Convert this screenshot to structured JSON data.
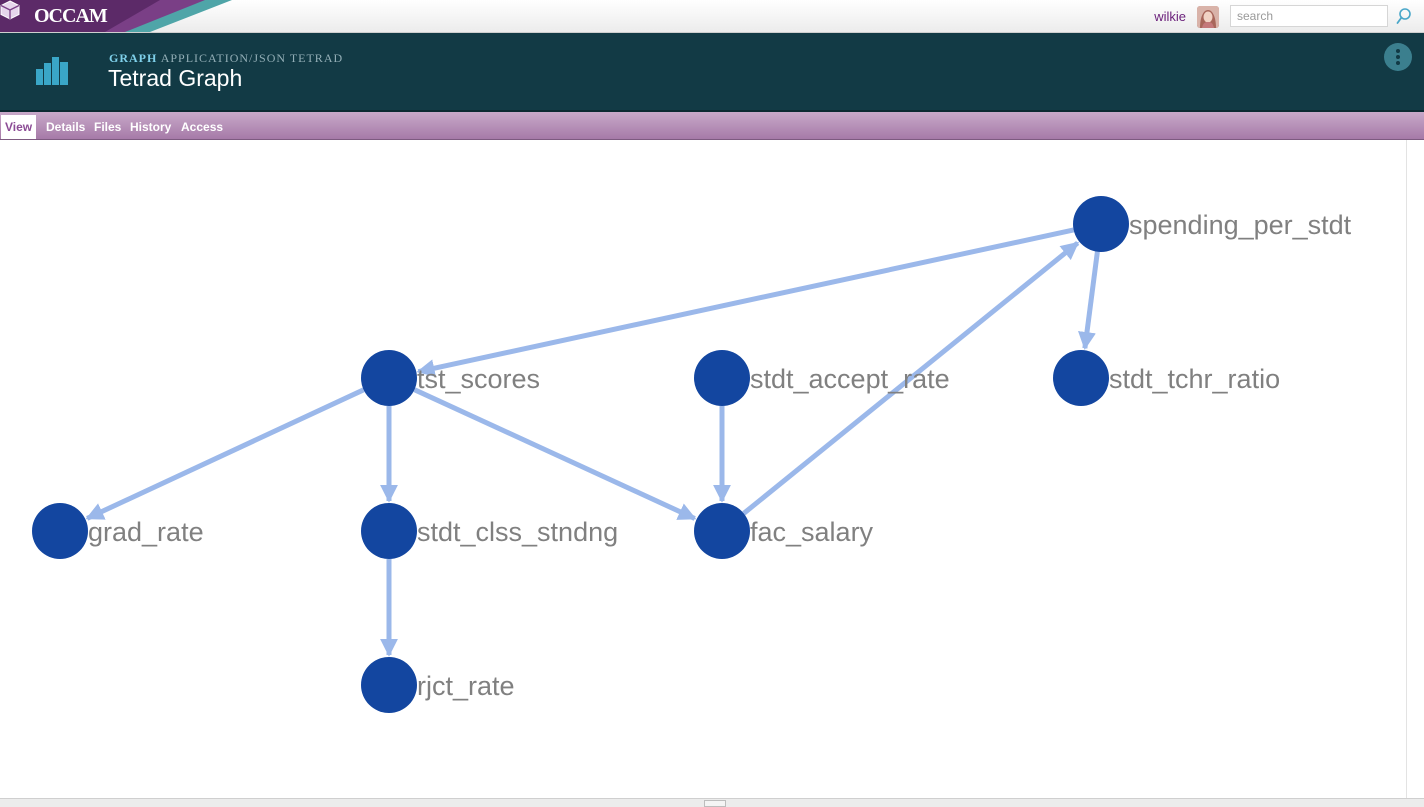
{
  "topbar": {
    "brand": "OCCAM",
    "username": "wilkie",
    "search_placeholder": "search"
  },
  "header": {
    "type_main": "GRAPH",
    "type_sub": "APPLICATION/JSON TETRAD",
    "title": "Tetrad Graph"
  },
  "tabs": [
    {
      "label": "View",
      "active": true
    },
    {
      "label": "Details",
      "active": false
    },
    {
      "label": "Files",
      "active": false
    },
    {
      "label": "History",
      "active": false
    },
    {
      "label": "Access",
      "active": false
    }
  ],
  "graph": {
    "colors": {
      "node": "#1346a0",
      "edge": "#9bb8ea",
      "label": "#808080"
    },
    "nodes": [
      {
        "id": "spending_per_stdt",
        "label": "spending_per_stdt"
      },
      {
        "id": "tst_scores",
        "label": "tst_scores"
      },
      {
        "id": "stdt_accept_rate",
        "label": "stdt_accept_rate"
      },
      {
        "id": "stdt_tchr_ratio",
        "label": "stdt_tchr_ratio"
      },
      {
        "id": "grad_rate",
        "label": "grad_rate"
      },
      {
        "id": "stdt_clss_stndng",
        "label": "stdt_clss_stndng"
      },
      {
        "id": "fac_salary",
        "label": "fac_salary"
      },
      {
        "id": "rjct_rate",
        "label": "rjct_rate"
      }
    ],
    "edges": [
      {
        "from": "spending_per_stdt",
        "to": "tst_scores"
      },
      {
        "from": "spending_per_stdt",
        "to": "stdt_tchr_ratio"
      },
      {
        "from": "fac_salary",
        "to": "spending_per_stdt"
      },
      {
        "from": "tst_scores",
        "to": "grad_rate"
      },
      {
        "from": "tst_scores",
        "to": "stdt_clss_stndng"
      },
      {
        "from": "tst_scores",
        "to": "fac_salary"
      },
      {
        "from": "stdt_accept_rate",
        "to": "fac_salary"
      },
      {
        "from": "stdt_clss_stndng",
        "to": "rjct_rate"
      }
    ]
  }
}
